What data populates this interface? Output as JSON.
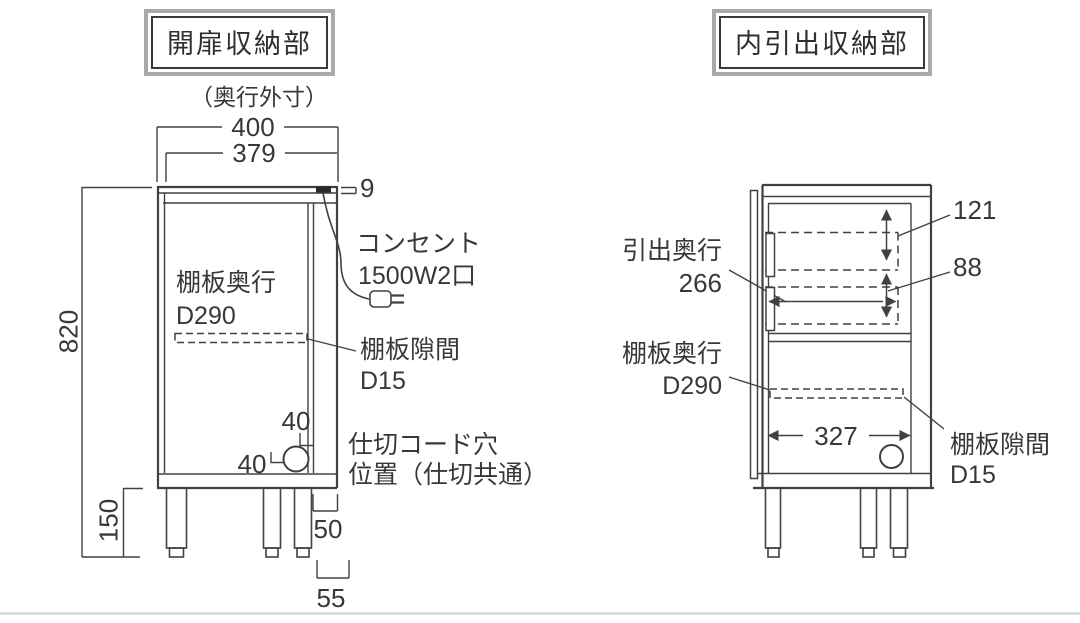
{
  "colors": {
    "background": "#ffffff",
    "line": "#414141",
    "text": "#383838",
    "title_frame": "#a7aaac",
    "separator": "#d9dce0"
  },
  "left_diagram": {
    "title": "開扉収納部",
    "subtitle": "（奥行外寸）",
    "dims": {
      "outer_width": "400",
      "inner_width": "379",
      "top_panel_thickness": "9",
      "total_height": "820",
      "leg_height": "150",
      "hole_offset_top": "40",
      "hole_offset_left": "40",
      "bottom_inset": "50",
      "bottom_depth": "55"
    },
    "labels": {
      "shelf_depth_1": "棚板奥行",
      "shelf_depth_2": "D290",
      "outlet_1": "コンセント",
      "outlet_2": "1500W2口",
      "shelf_gap_1": "棚板隙間",
      "shelf_gap_2": "D15",
      "cord_hole_1": "仕切コード穴",
      "cord_hole_2": "位置（仕切共通）"
    },
    "icons": {
      "outlet_plug": "power-plug-icon",
      "cord_hole": "cord-hole-circle"
    }
  },
  "right_diagram": {
    "title": "内引出収納部",
    "dims": {
      "upper_drawer_height": "121",
      "lower_drawer_height": "88",
      "inner_width": "327"
    },
    "labels": {
      "drawer_depth_1": "引出奥行",
      "drawer_depth_2": "266",
      "shelf_depth_1": "棚板奥行",
      "shelf_depth_2": "D290",
      "shelf_gap_1": "棚板隙間",
      "shelf_gap_2": "D15"
    },
    "icons": {
      "cord_hole": "cord-hole-circle"
    }
  }
}
